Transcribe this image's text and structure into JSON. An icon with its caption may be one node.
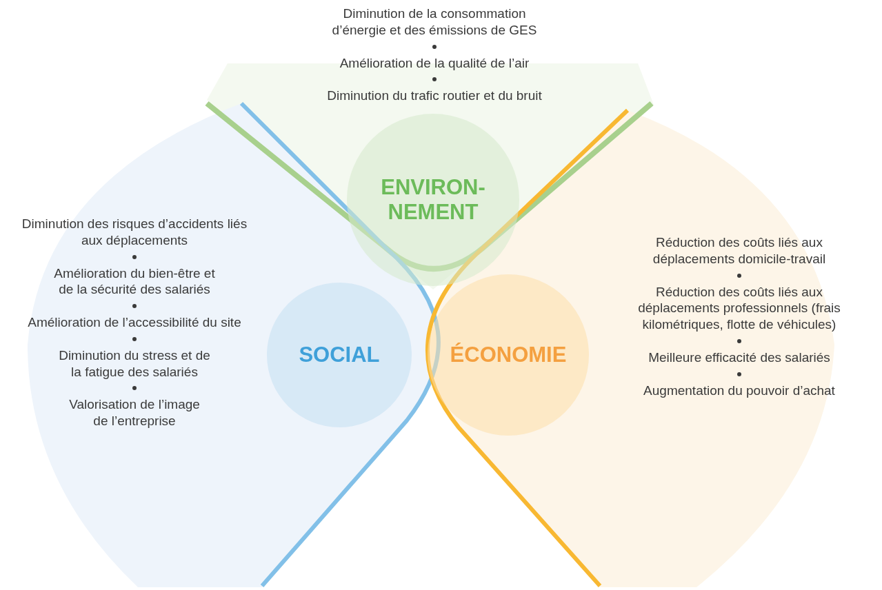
{
  "diagram": {
    "nodes": [
      {
        "text": [
          "ENVIRON- NEMENT"
        ],
        "beside": [
          "Diminution de la consommation d’énergie et des émissions de GES",
          "Amélioration de la qualité de l’air",
          "Diminution du trafic routier et du bruit"
        ]
      },
      {
        "text": [
          "SOCIAL"
        ],
        "beside": [
          "Diminution des risques d’accidents liés aux déplacements",
          "Amélioration du bien-être et de la sécurité des salariés",
          "Amélioration de l’accessibilité du site",
          "Diminution du stress et de la fatigue des salariés",
          "Valorisation de l’image de l’entreprise"
        ]
      },
      {
        "text": [
          "ÉCONOMIE"
        ],
        "beside": [
          "Réduction des coûts liés aux déplacements domicile-travail",
          "Réduction des coûts liés aux déplacements professionnels (frais kilométriques, flotte de véhicules)",
          "Meilleure efficacité des salariés",
          "Augmentation du pouvoir d’achat"
        ]
      }
    ]
  }
}
